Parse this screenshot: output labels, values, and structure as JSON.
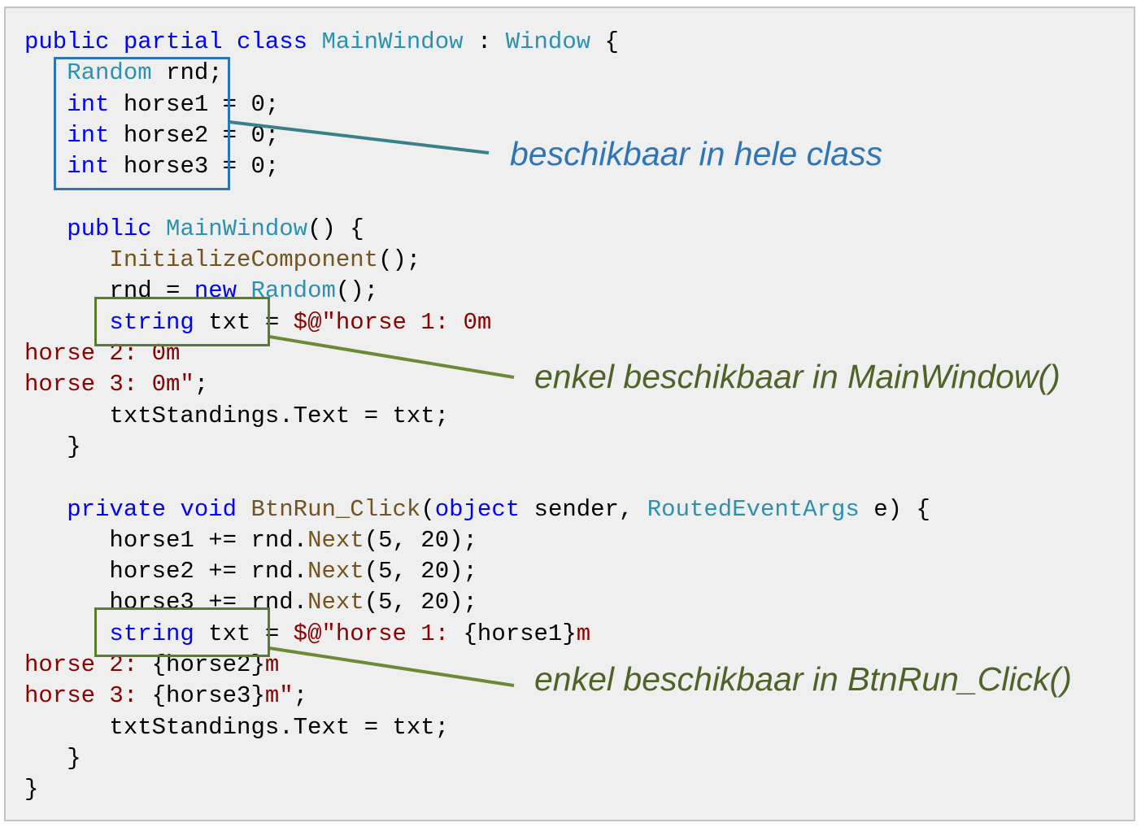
{
  "colors": {
    "class_scope": "#2e75b6",
    "method_scope": "#5a7a2e",
    "label_green": "#4f6228",
    "keyword": "#0000ff",
    "type": "#2b91af",
    "method": "#74531f",
    "string": "#8b0000"
  },
  "code": {
    "lines": [
      [
        [
          "public partial class ",
          "kw"
        ],
        [
          "MainWindow",
          "ty"
        ],
        [
          " : ",
          "pl"
        ],
        [
          "Window",
          "ty"
        ],
        [
          " {",
          "pl"
        ]
      ],
      [
        [
          "   ",
          "pl"
        ],
        [
          "Random",
          "ty"
        ],
        [
          " rnd;",
          "pl"
        ]
      ],
      [
        [
          "   ",
          "pl"
        ],
        [
          "int",
          "kw"
        ],
        [
          " horse1 = 0;",
          "pl"
        ]
      ],
      [
        [
          "   ",
          "pl"
        ],
        [
          "int",
          "kw"
        ],
        [
          " horse2 = 0;",
          "pl"
        ]
      ],
      [
        [
          "   ",
          "pl"
        ],
        [
          "int",
          "kw"
        ],
        [
          " horse3 = 0;",
          "pl"
        ]
      ],
      [],
      [
        [
          "   ",
          "pl"
        ],
        [
          "public ",
          "kw"
        ],
        [
          "MainWindow",
          "ty"
        ],
        [
          "() {",
          "pl"
        ]
      ],
      [
        [
          "      ",
          "pl"
        ],
        [
          "InitializeComponent",
          "me"
        ],
        [
          "();",
          "pl"
        ]
      ],
      [
        [
          "      rnd = ",
          "pl"
        ],
        [
          "new ",
          "kw"
        ],
        [
          "Random",
          "ty"
        ],
        [
          "();",
          "pl"
        ]
      ],
      [
        [
          "      ",
          "pl"
        ],
        [
          "string",
          "kw"
        ],
        [
          " txt = ",
          "pl"
        ],
        [
          "$@\"horse 1: 0m",
          "st"
        ]
      ],
      [
        [
          "horse 2: 0m",
          "st"
        ]
      ],
      [
        [
          "horse 3: 0m\"",
          "st"
        ],
        [
          ";",
          "pl"
        ]
      ],
      [
        [
          "      txtStandings.Text = txt;",
          "pl"
        ]
      ],
      [
        [
          "   }",
          "pl"
        ]
      ],
      [],
      [
        [
          "   ",
          "pl"
        ],
        [
          "private void ",
          "kw"
        ],
        [
          "BtnRun_Click",
          "me"
        ],
        [
          "(",
          "pl"
        ],
        [
          "object",
          "kw"
        ],
        [
          " sender, ",
          "pl"
        ],
        [
          "RoutedEventArgs",
          "ty"
        ],
        [
          " e) {",
          "pl"
        ]
      ],
      [
        [
          "      horse1 += rnd.",
          "pl"
        ],
        [
          "Next",
          "me"
        ],
        [
          "(5, 20);",
          "pl"
        ]
      ],
      [
        [
          "      horse2 += rnd.",
          "pl"
        ],
        [
          "Next",
          "me"
        ],
        [
          "(5, 20);",
          "pl"
        ]
      ],
      [
        [
          "      horse3 += rnd.",
          "pl"
        ],
        [
          "Next",
          "me"
        ],
        [
          "(5, 20);",
          "pl"
        ]
      ],
      [
        [
          "      ",
          "pl"
        ],
        [
          "string",
          "kw"
        ],
        [
          " txt = ",
          "pl"
        ],
        [
          "$@\"horse 1: ",
          "st"
        ],
        [
          "{horse1}",
          "pl"
        ],
        [
          "m",
          "st"
        ]
      ],
      [
        [
          "horse 2: ",
          "st"
        ],
        [
          "{horse2}",
          "pl"
        ],
        [
          "m",
          "st"
        ]
      ],
      [
        [
          "horse 3: ",
          "st"
        ],
        [
          "{horse3}",
          "pl"
        ],
        [
          "m\"",
          "st"
        ],
        [
          ";",
          "pl"
        ]
      ],
      [
        [
          "      txtStandings.Text = txt;",
          "pl"
        ]
      ],
      [
        [
          "   }",
          "pl"
        ]
      ],
      [
        [
          "}",
          "pl"
        ]
      ]
    ]
  },
  "annotations": {
    "class_scope": "beschikbaar in hele class",
    "mainwindow_scope": "enkel beschikbaar in MainWindow()",
    "btnrun_scope": "enkel beschikbaar in BtnRun_Click()"
  }
}
